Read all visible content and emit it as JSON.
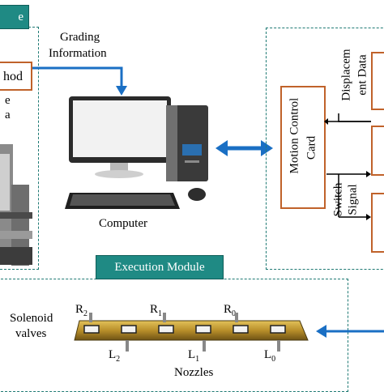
{
  "left_module": {
    "header_fragment": "e",
    "method_fragment": "hod",
    "text_line1": "e",
    "text_line2": "a"
  },
  "arrow_label": {
    "line1": "Grading",
    "line2": "Information"
  },
  "computer_label": "Computer",
  "motion_control": {
    "label_line1": "Motion Control",
    "label_line2": "Card"
  },
  "displacement_label": {
    "line1": "Displacem",
    "line2": "ent Data"
  },
  "switch_label": {
    "line1": "Switch",
    "line2": "Signal"
  },
  "execution_module": {
    "title": "Execution Module",
    "solenoid_line1": "Solenoid",
    "solenoid_line2": "valves",
    "nozzles_label": "Nozzles",
    "right_labels": [
      {
        "main": "R",
        "sub": "2"
      },
      {
        "main": "R",
        "sub": "1"
      },
      {
        "main": "R",
        "sub": "0"
      }
    ],
    "left_labels": [
      {
        "main": "L",
        "sub": "2"
      },
      {
        "main": "L",
        "sub": "1"
      },
      {
        "main": "L",
        "sub": "0"
      }
    ]
  },
  "colors": {
    "teal": "#1f8a84",
    "orange": "#c0622a",
    "blue_arrow": "#1a6fc4"
  }
}
